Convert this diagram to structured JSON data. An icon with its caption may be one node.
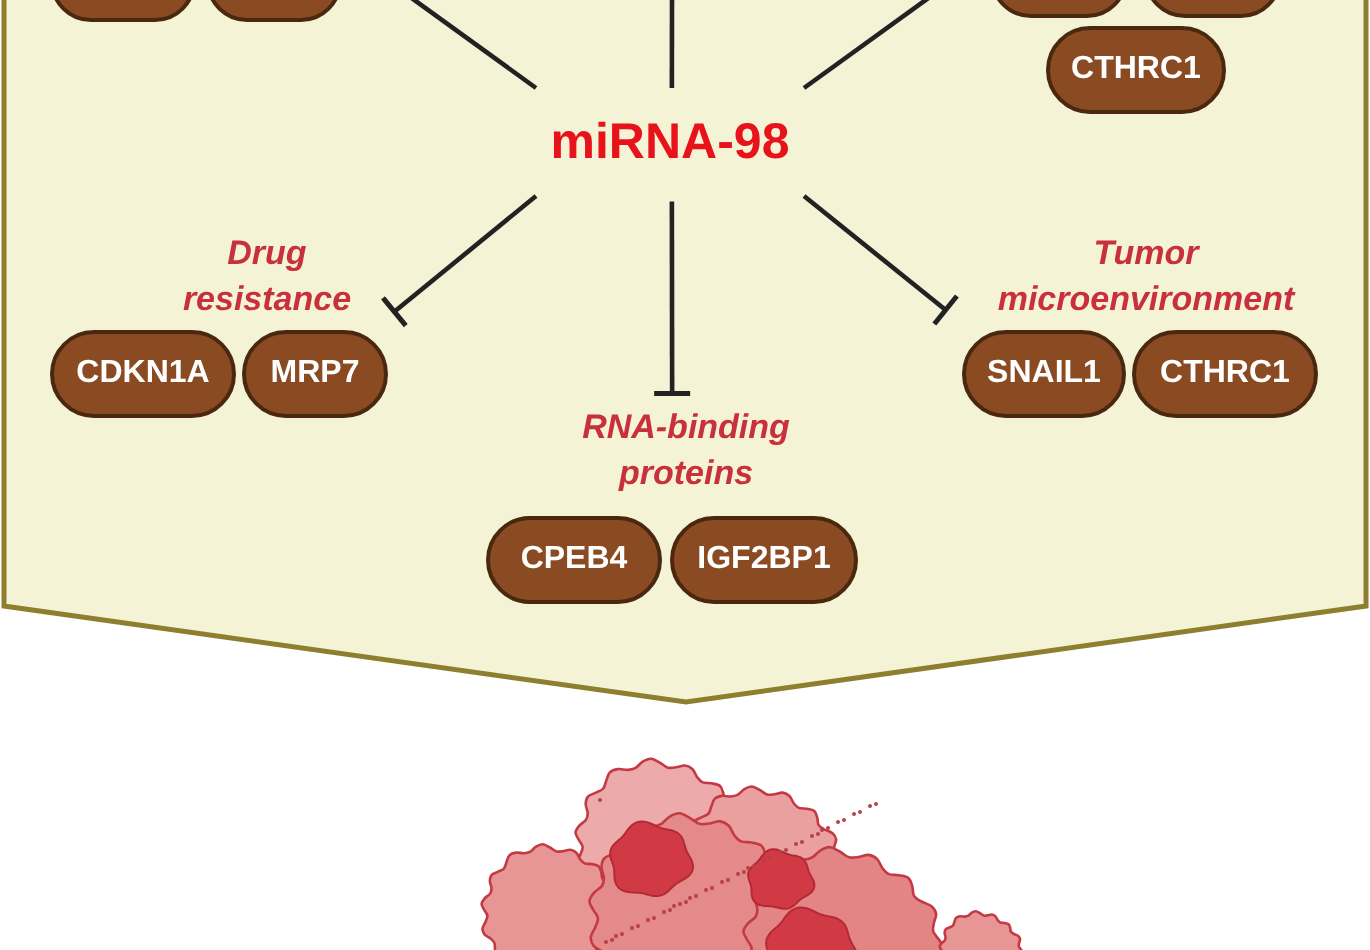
{
  "diagram": {
    "nodes": [
      {
        "text": [],
        "shape": "pentagon"
      },
      {
        "text": [],
        "shape": "box",
        "in": 0
      },
      {
        "text": [],
        "shape": "box",
        "in": 0
      },
      {
        "text": [],
        "shape": "box",
        "in": 0
      },
      {
        "text": [],
        "shape": "box",
        "in": 0
      },
      {
        "text": [
          "CTHRC1"
        ],
        "in": 0
      },
      {
        "text": [
          "miRNA-98"
        ],
        "in": 0
      },
      {
        "text": [
          "Drug resistance"
        ],
        "in": 0
      },
      {
        "text": [
          "CDKN1A"
        ],
        "in": 0
      },
      {
        "text": [
          "MRP7"
        ],
        "in": 0
      },
      {
        "text": [
          "RNA-binding proteins"
        ],
        "in": 0
      },
      {
        "text": [
          "CPEB4"
        ],
        "in": 0
      },
      {
        "text": [
          "IGF2BP1"
        ],
        "in": 0
      },
      {
        "text": [
          "Tumor microenvironment"
        ],
        "in": 0
      },
      {
        "text": [
          "SNAIL1"
        ],
        "in": 0
      },
      {
        "text": [
          "CTHRC1"
        ],
        "in": 0
      }
    ],
    "edges": [
      {
        "from": 6,
        "to": null,
        "arrow": "none"
      },
      {
        "from": 6,
        "to": null,
        "arrow": "none"
      },
      {
        "from": 6,
        "to": null,
        "arrow": "none"
      },
      {
        "from": 6,
        "to": 7,
        "arrow": "other"
      },
      {
        "from": 6,
        "to": 10,
        "arrow": "other"
      },
      {
        "from": 6,
        "to": 13,
        "arrow": "other"
      }
    ]
  }
}
